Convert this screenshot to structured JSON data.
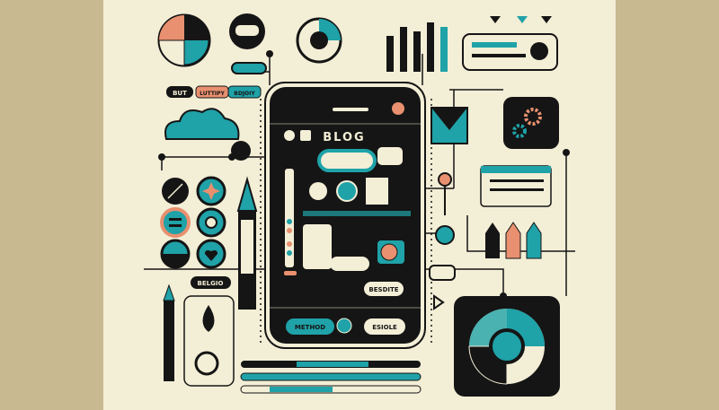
{
  "colors": {
    "background": "#c9b991",
    "paper": "#f3eed6",
    "ink": "#151515",
    "teal": "#1fa2a8",
    "salmon": "#e8906f"
  },
  "phone": {
    "title": "BLOG",
    "buttons": {
      "primary": "METHOD",
      "secondary": "ESIOLE",
      "side": "BESDITE"
    }
  },
  "labels": {
    "tag_left": "BUT",
    "tag_mid": "LUTTIPY",
    "tag_right": "BDJOIY",
    "tag_belgio": "BELGIO"
  },
  "icons": [
    "pie-chart-icon",
    "cloud-icon",
    "slash-icon",
    "star-icon",
    "menu-icon",
    "target-icon",
    "link-icon",
    "heart-icon",
    "gear-icon",
    "play-icon",
    "chat-bubble-icon",
    "pen-icon",
    "flower-icon"
  ]
}
